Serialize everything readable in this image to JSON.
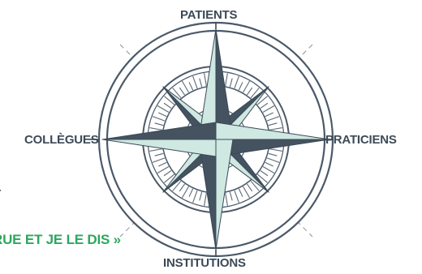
{
  "compass": {
    "north_label": "PATIENTS",
    "east_label": "PRATICIENS",
    "west_label": "COLLÈGUES",
    "south_label": "INSTITUTIONS"
  },
  "side_text": {
    "line1": "T",
    "line2": "RUE ET JE LE DIS »"
  },
  "colors": {
    "ring": "#4a5968",
    "star_dark": "#45525f",
    "star_light": "#cfe8e1",
    "accent_text": "#2ea65f"
  }
}
